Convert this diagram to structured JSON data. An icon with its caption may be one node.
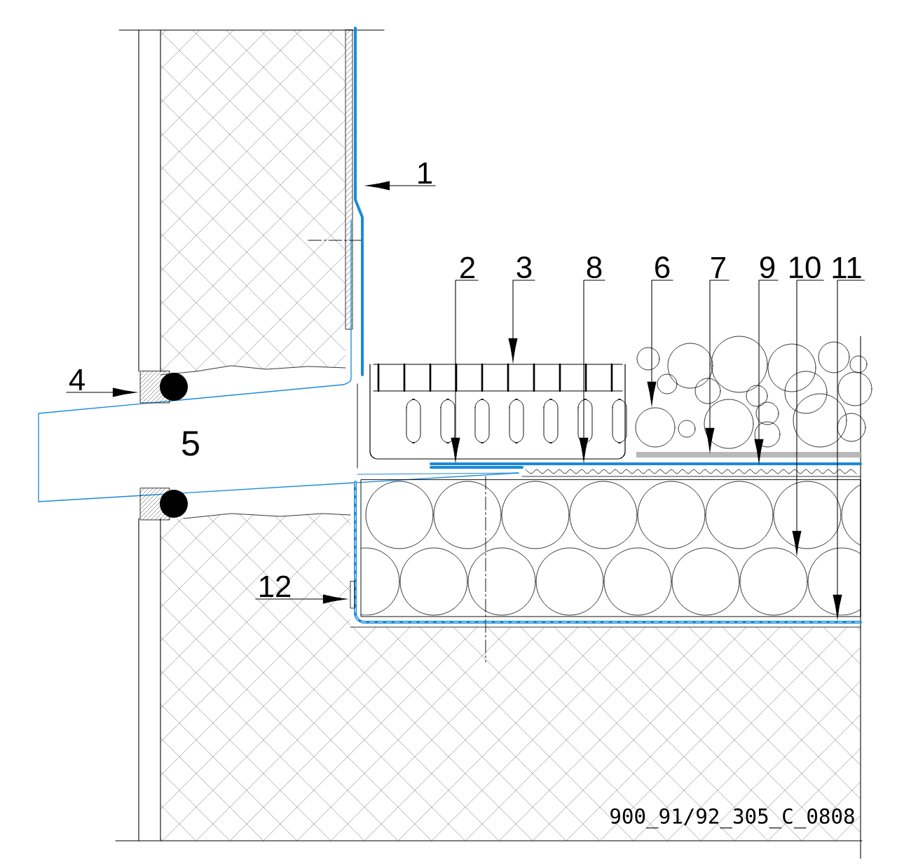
{
  "diagram": {
    "nodes": [
      {
        "text": [
          "1"
        ]
      },
      {
        "text": [
          "2"
        ]
      },
      {
        "text": [
          "3"
        ]
      },
      {
        "text": [
          "8"
        ]
      },
      {
        "text": [
          "6"
        ]
      },
      {
        "text": [
          "7"
        ]
      },
      {
        "text": [
          "9"
        ]
      },
      {
        "text": [
          "10"
        ]
      },
      {
        "text": [
          "11"
        ]
      },
      {
        "text": [
          "4"
        ]
      },
      {
        "text": [
          "12"
        ]
      }
    ],
    "edges": [
      {
        "from": 0,
        "to": null,
        "arrow": "to"
      },
      {
        "from": 1,
        "to": null,
        "arrow": "to"
      },
      {
        "from": 2,
        "to": null,
        "arrow": "to"
      },
      {
        "from": 3,
        "to": null,
        "arrow": "to"
      },
      {
        "from": 4,
        "to": null,
        "arrow": "to"
      },
      {
        "from": 5,
        "to": null,
        "arrow": "to"
      },
      {
        "from": 6,
        "to": null,
        "arrow": "to"
      },
      {
        "from": 7,
        "to": null,
        "arrow": "to"
      },
      {
        "from": 8,
        "to": null,
        "arrow": "to"
      },
      {
        "from": 9,
        "to": null,
        "arrow": "to"
      },
      {
        "from": 10,
        "to": null,
        "arrow": "to"
      }
    ],
    "labels": [
      "5",
      "900_91/92_305_C_0808"
    ]
  }
}
